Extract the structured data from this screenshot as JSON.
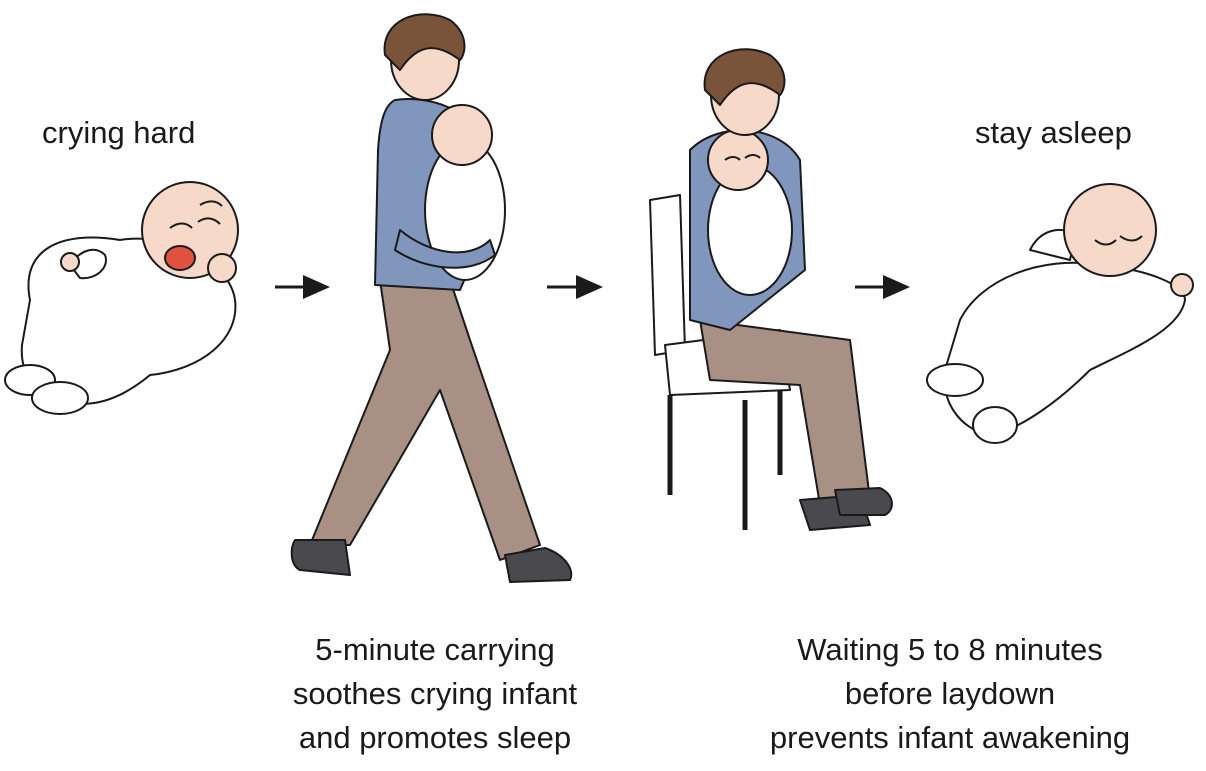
{
  "labels": {
    "crying": "crying hard",
    "asleep": "stay asleep"
  },
  "captions": {
    "carrying": [
      "5-minute carrying",
      "soothes crying infant",
      "and promotes sleep"
    ],
    "waiting": [
      "Waiting 5 to 8 minutes",
      "before laydown",
      "prevents infant awakening"
    ]
  },
  "colors": {
    "skin": "#f6d9c8",
    "onesie": "#ffffff",
    "shirt": "#8096bd",
    "pants": "#a89184",
    "hair": "#7a5438",
    "shoes": "#4a4a4e",
    "mouth": "#e0523e",
    "outline": "#1a1a1a"
  },
  "icons": {
    "arrow": "right-arrow-icon"
  }
}
